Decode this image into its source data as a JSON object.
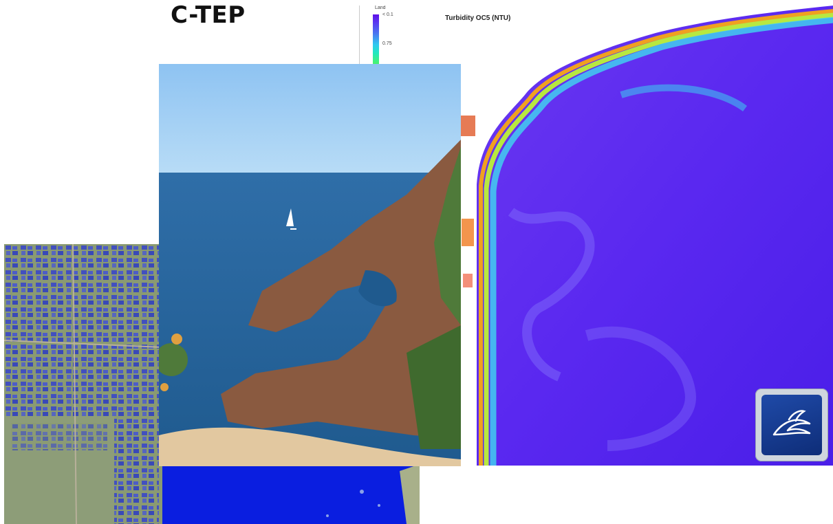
{
  "page": {
    "title": "C-TEP"
  },
  "turbidity_map": {
    "title": "Turbidity OC5 (NTU)",
    "legend": {
      "land_label": "Land",
      "low_label": "< 0.1",
      "mid_label": "0.75"
    }
  },
  "images": {
    "satellite_map": "satellite-classification-map",
    "coastal_photo": "coastal-cliff-photo",
    "logo": "wave-logo-icon"
  },
  "colors": {
    "sea_blue": "#0a1ee0",
    "turbidity_violet": "#5a28f0",
    "logo_blue": "#1a3f98"
  }
}
